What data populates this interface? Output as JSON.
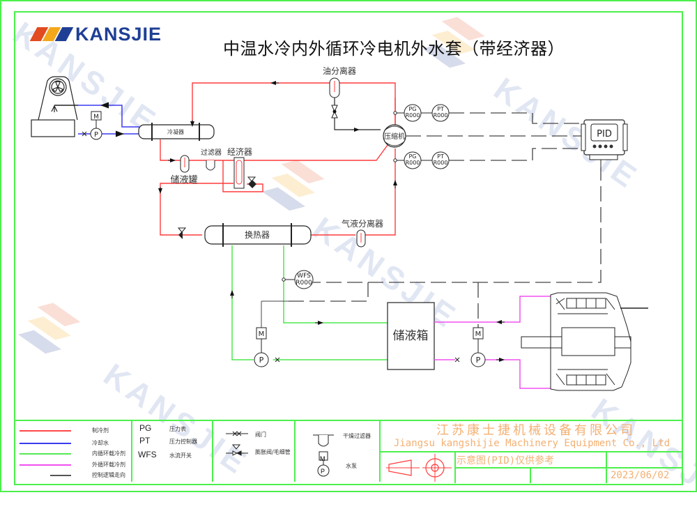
{
  "logo": {
    "text": "KANSJIE",
    "bar_colors": [
      "#e14b1f",
      "#f3a81c",
      "#1f3f95"
    ]
  },
  "title": "中温水冷内外循环冷电机外水套（带经济器）",
  "components": {
    "oil_separator": "油分离器",
    "condenser": "冷凝器",
    "filter": "过滤器",
    "economizer": "经济器",
    "receiver": "储液罐",
    "compressor": "压缩机",
    "heat_exchanger": "换热器",
    "gas_liquid_separator": "气液分离器",
    "water_tank": "储液箱",
    "pid_controller": "PID",
    "motor_label": "M",
    "pump_label": "P"
  },
  "instruments": {
    "pg_top": {
      "tag": "PG",
      "id": "R000"
    },
    "pt_top": {
      "tag": "PT",
      "id": "R000"
    },
    "pg_bottom": {
      "tag": "PG",
      "id": "R000"
    },
    "pt_bottom": {
      "tag": "PT",
      "id": "R000"
    },
    "wfs": {
      "tag": "WFS",
      "id": "R000"
    }
  },
  "colors": {
    "refrigerant": "#ff3b3b",
    "cooling_water": "#3a3af0",
    "inner_coolant": "#4ce84c",
    "outer_coolant": "#f050f0",
    "control": "#333333",
    "frame": "#4cf04c",
    "company": "#f3b073"
  },
  "legend": {
    "lines": [
      {
        "label": "制冷剂",
        "color": "#ff4a4a"
      },
      {
        "label": "冷却水",
        "color": "#3a3af0"
      },
      {
        "label": "内循环载冷剂",
        "color": "#55e855"
      },
      {
        "label": "外循环载冷剂",
        "color": "#f050f0"
      },
      {
        "label": "控制逻辑走向",
        "color": "#555555"
      }
    ],
    "abbreviations": [
      {
        "abbr": "PG",
        "desc": "压力表"
      },
      {
        "abbr": "PT",
        "desc": "压力控制器"
      },
      {
        "abbr": "WFS",
        "desc": "水流开关"
      }
    ],
    "symbols": [
      {
        "label": "阀门"
      },
      {
        "label": "膨胀阀/毛细管"
      },
      {
        "label": "干燥过滤器"
      },
      {
        "label": "水泵"
      }
    ]
  },
  "title_block": {
    "company_cn": "江苏康士捷机械设备有限公司",
    "company_en": "Jiangsu kangshijie Machinery Equipment Co., Ltd",
    "note": "示意图(PID)仅供参考",
    "date": "2023/06/02"
  },
  "watermark": "KANSJIE"
}
